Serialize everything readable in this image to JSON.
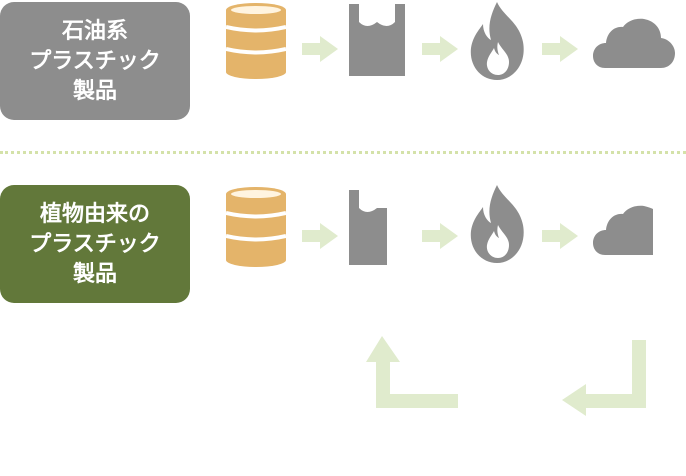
{
  "colors": {
    "petro_box": "#8d8d8d",
    "plant_box": "#62783a",
    "barrel": "#e4b46a",
    "barrel_stripe": "#ffffff",
    "icon_gray": "#8d8d8d",
    "arrow": "#e0ebcd",
    "divider": "#d4e2a9"
  },
  "rows": [
    {
      "label_lines": [
        "石油系",
        "プラスチック",
        "製品"
      ],
      "icons": [
        "barrel-icon",
        "arrow-right-icon",
        "plastic-bag-icon",
        "arrow-right-icon",
        "flame-icon",
        "arrow-right-icon",
        "cloud-icon"
      ]
    },
    {
      "label_lines": [
        "植物由来の",
        "プラスチック",
        "製品"
      ],
      "icons": [
        "barrel-icon",
        "arrow-right-icon",
        "half-plastic-bag-icon",
        "arrow-right-icon",
        "flame-icon",
        "arrow-right-icon",
        "half-cloud-icon"
      ],
      "cycle_arrows": [
        "return-down-left-arrow-icon",
        "return-up-arrow-icon"
      ]
    }
  ]
}
